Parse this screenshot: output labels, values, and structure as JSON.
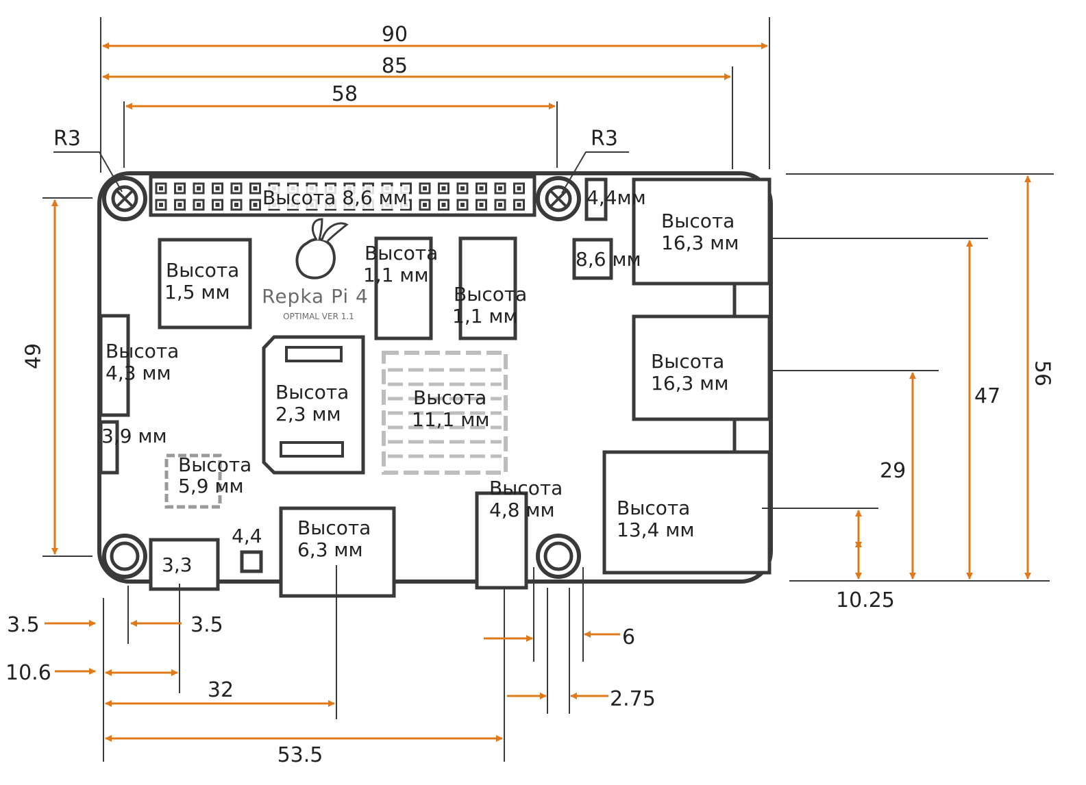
{
  "colors": {
    "accent": "#e0791a",
    "outline": "#3a3a3a",
    "text": "#222222",
    "heatsink": "#bdbdbd"
  },
  "board": {
    "logo_name": "Repka Pi 4",
    "logo_sub": "OPTIMAL  VER 1.1"
  },
  "dimensions": {
    "top": {
      "d90": "90",
      "d85": "85",
      "d58": "58"
    },
    "radius": {
      "left": "R3",
      "right": "R3"
    },
    "left": {
      "d49": "49"
    },
    "right": {
      "d56": "56",
      "d47": "47",
      "d29": "29",
      "d1025": "10.25"
    },
    "bottom": {
      "d35_left": "3.5",
      "d35_right": "3.5",
      "d106": "10.6",
      "d32": "32",
      "d535": "53.5",
      "d6": "6",
      "d275": "2.75"
    }
  },
  "components": {
    "gpio": {
      "line1": "Высота 8,6 мм"
    },
    "small_top": {
      "line1": "4,4мм"
    },
    "tiny_chip": {
      "line1": "8,6 мм"
    },
    "usb_top": {
      "line1": "Высота",
      "line2": "16,3 мм"
    },
    "usb_mid": {
      "line1": "Высота",
      "line2": "16,3 мм"
    },
    "ethernet": {
      "line1": "Высота",
      "line2": "13,4 мм"
    },
    "chip_left": {
      "line1": "Высота",
      "line2": "1,5 мм"
    },
    "ram1": {
      "line1": "Высота",
      "line2": "1,1 мм"
    },
    "ram2": {
      "line1": "Высота",
      "line2": "1,1 мм"
    },
    "side_left": {
      "line1": "Высота",
      "line2": "4,3 мм"
    },
    "side_small": {
      "line1": "3,9 мм"
    },
    "sd_slot": {
      "line1": "Высота",
      "line2": "2,3 мм"
    },
    "heatsink": {
      "line1": "Высота",
      "line2": "11,1 мм"
    },
    "connector_small": {
      "line1": "Высота",
      "line2": "5,9 мм"
    },
    "usb_c": {
      "line1": "3,3"
    },
    "tiny_sq": {
      "line1": "4,4"
    },
    "hdmi": {
      "line1": "Высота",
      "line2": "6,3 мм"
    },
    "audio": {
      "line1": "Высота",
      "line2": "4,8 мм"
    }
  }
}
